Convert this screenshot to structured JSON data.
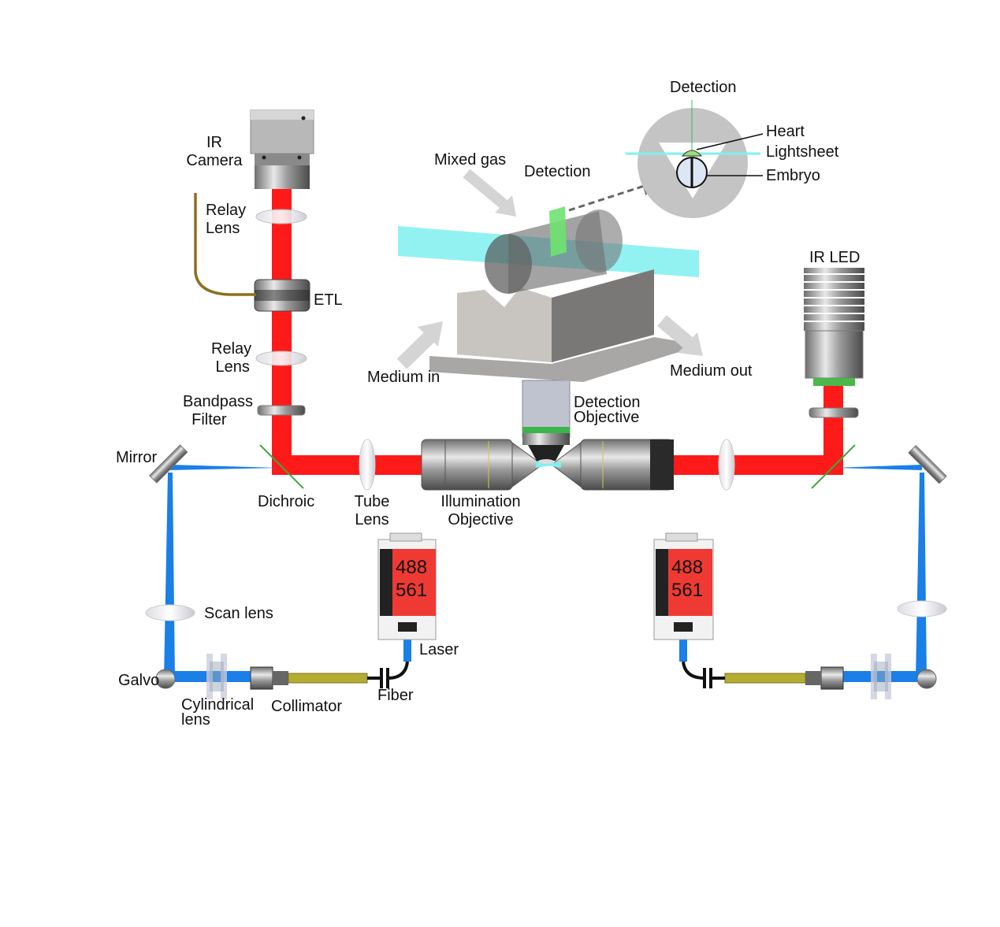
{
  "labels": {
    "ir_camera": "IR\nCamera",
    "relay_lens_top": "Relay\nLens",
    "etl": "ETL",
    "relay_lens_bottom": "Relay\n Lens",
    "bandpass_filter": "Bandpass\n  Filter",
    "mirror": "Mirror",
    "dichroic": "Dichroic",
    "tube_lens": "Tube\nLens",
    "illumination_objective": "Illumination\nObjective",
    "detection_objective": "Detection\nObjective",
    "scan_lens": "Scan lens",
    "galvo": "Galvo",
    "cylindrical_lens": "Cylindrical\nlens",
    "collimator": "Collimator",
    "fiber": "Fiber",
    "laser": "Laser",
    "mixed_gas": "Mixed gas",
    "detection_chamber": "Detection",
    "medium_in": "Medium in",
    "medium_out": "Medium out",
    "ir_led": "IR LED"
  },
  "inset": {
    "detection": "Detection",
    "heart": "Heart",
    "lightsheet": "Lightsheet",
    "embryo": "Embryo"
  },
  "lasers": [
    {
      "line1": "488",
      "line2": "561"
    },
    {
      "line1": "488",
      "line2": "561"
    }
  ],
  "colors": {
    "ir_beam": "#ff1a1a",
    "laser_beam": "#1a7fe6",
    "lightsheet": "#7ff0f0",
    "laser_panel": "#ef3a34",
    "fiber": "#b5ad32"
  }
}
